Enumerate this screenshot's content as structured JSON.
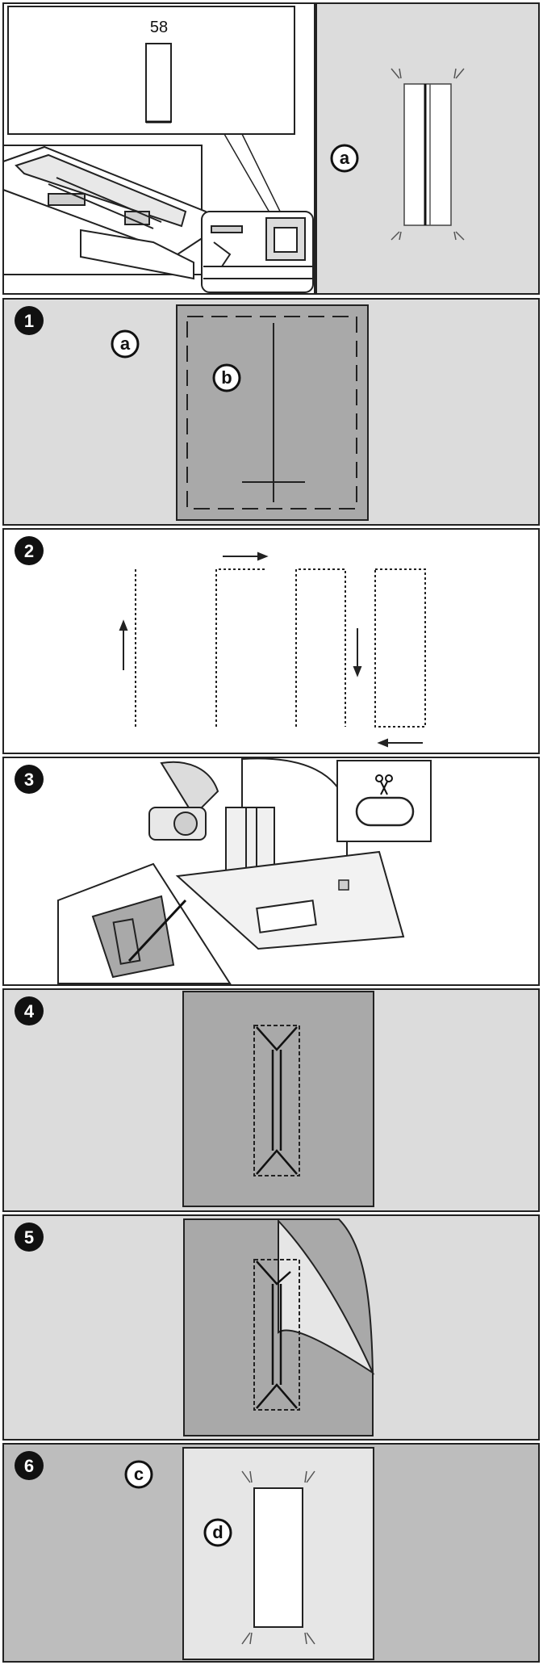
{
  "colors": {
    "panel_gray": "#dcdcdc",
    "panel_dark": "#bdbdbd",
    "fabric": "#a9a9a9",
    "fabric_light": "#e6e6e6",
    "outline": "#222222"
  },
  "top": {
    "stitch_number": "58",
    "label_a": "a"
  },
  "steps": [
    {
      "number": "1",
      "labels": [
        "a",
        "b"
      ]
    },
    {
      "number": "2",
      "labels": []
    },
    {
      "number": "3",
      "labels": []
    },
    {
      "number": "4",
      "labels": []
    },
    {
      "number": "5",
      "labels": []
    },
    {
      "number": "6",
      "labels": [
        "c",
        "d"
      ]
    }
  ],
  "icons": {
    "scissors": "scissors-icon",
    "direction_arrow": "arrow-icon"
  }
}
